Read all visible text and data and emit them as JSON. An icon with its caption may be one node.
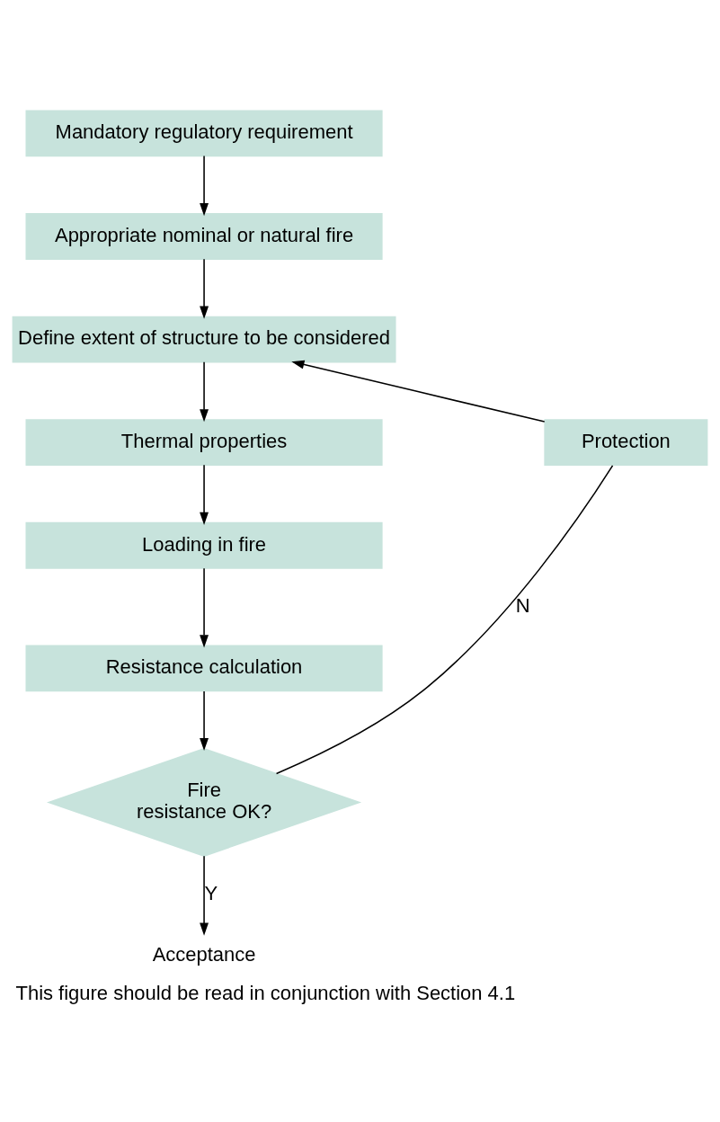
{
  "diagram": {
    "caption": "This figure should be read in conjunction with Section 4.1",
    "nodes": [
      {
        "text": [
          "Mandatory regulatory requirement"
        ]
      },
      {
        "text": [
          "Appropriate nominal or natural fire"
        ]
      },
      {
        "text": [
          "Define extent of structure to be considered"
        ]
      },
      {
        "text": [
          "Thermal properties"
        ]
      },
      {
        "text": [
          "Loading in fire"
        ]
      },
      {
        "text": [
          "Resistance calculation"
        ]
      },
      {
        "text": [
          "Fire resistance OK?"
        ]
      },
      {
        "text": [
          "Acceptance"
        ]
      },
      {
        "text": [
          "Protection"
        ]
      }
    ],
    "edges": [
      {
        "from": 0,
        "to": 1,
        "arrow": "to"
      },
      {
        "from": 1,
        "to": 2,
        "arrow": "to"
      },
      {
        "from": 2,
        "to": 3,
        "arrow": "to"
      },
      {
        "from": 3,
        "to": 4,
        "arrow": "to"
      },
      {
        "from": 4,
        "to": 5,
        "arrow": "to"
      },
      {
        "from": 5,
        "to": 6,
        "arrow": "to"
      },
      {
        "from": 6,
        "to": 7,
        "arrow": "to",
        "label": "Y"
      },
      {
        "from": 6,
        "to": 8,
        "arrow": "none",
        "label": "N"
      },
      {
        "from": 8,
        "to": 2,
        "arrow": "to"
      }
    ]
  }
}
